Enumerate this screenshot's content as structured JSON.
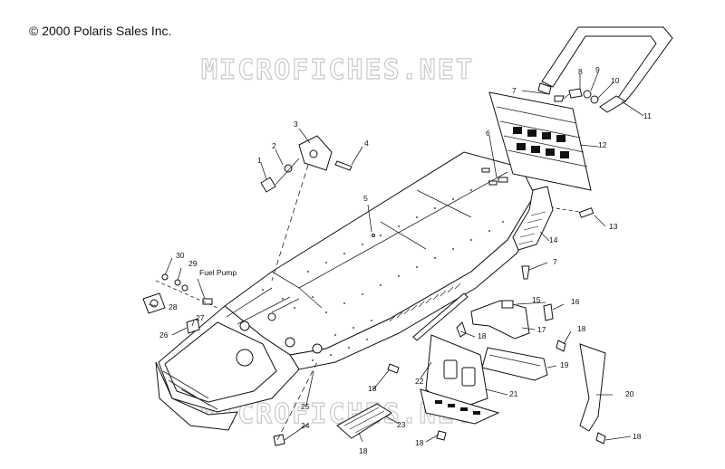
{
  "copyright": "© 2000 Polaris Sales Inc.",
  "watermark": "MICROFICHES.NET",
  "fuel_pump_label": "Fuel Pump",
  "callouts": {
    "c1": "1",
    "c2": "2",
    "c3": "3",
    "c4": "4",
    "c5": "5",
    "c6": "6",
    "c7a": "7",
    "c7b": "7",
    "c8": "8",
    "c9": "9",
    "c10": "10",
    "c11": "11",
    "c12": "12",
    "c13": "13",
    "c14": "14",
    "c15": "15",
    "c16": "16",
    "c17": "17",
    "c18a": "18",
    "c18b": "18",
    "c18c": "18",
    "c18d": "18",
    "c18e": "18",
    "c18f": "18",
    "c19": "19",
    "c20": "20",
    "c21": "21",
    "c22": "22",
    "c23": "23",
    "c24": "24",
    "c25": "25",
    "c26": "26",
    "c27": "27",
    "c28": "28",
    "c29": "29",
    "c30": "30"
  }
}
